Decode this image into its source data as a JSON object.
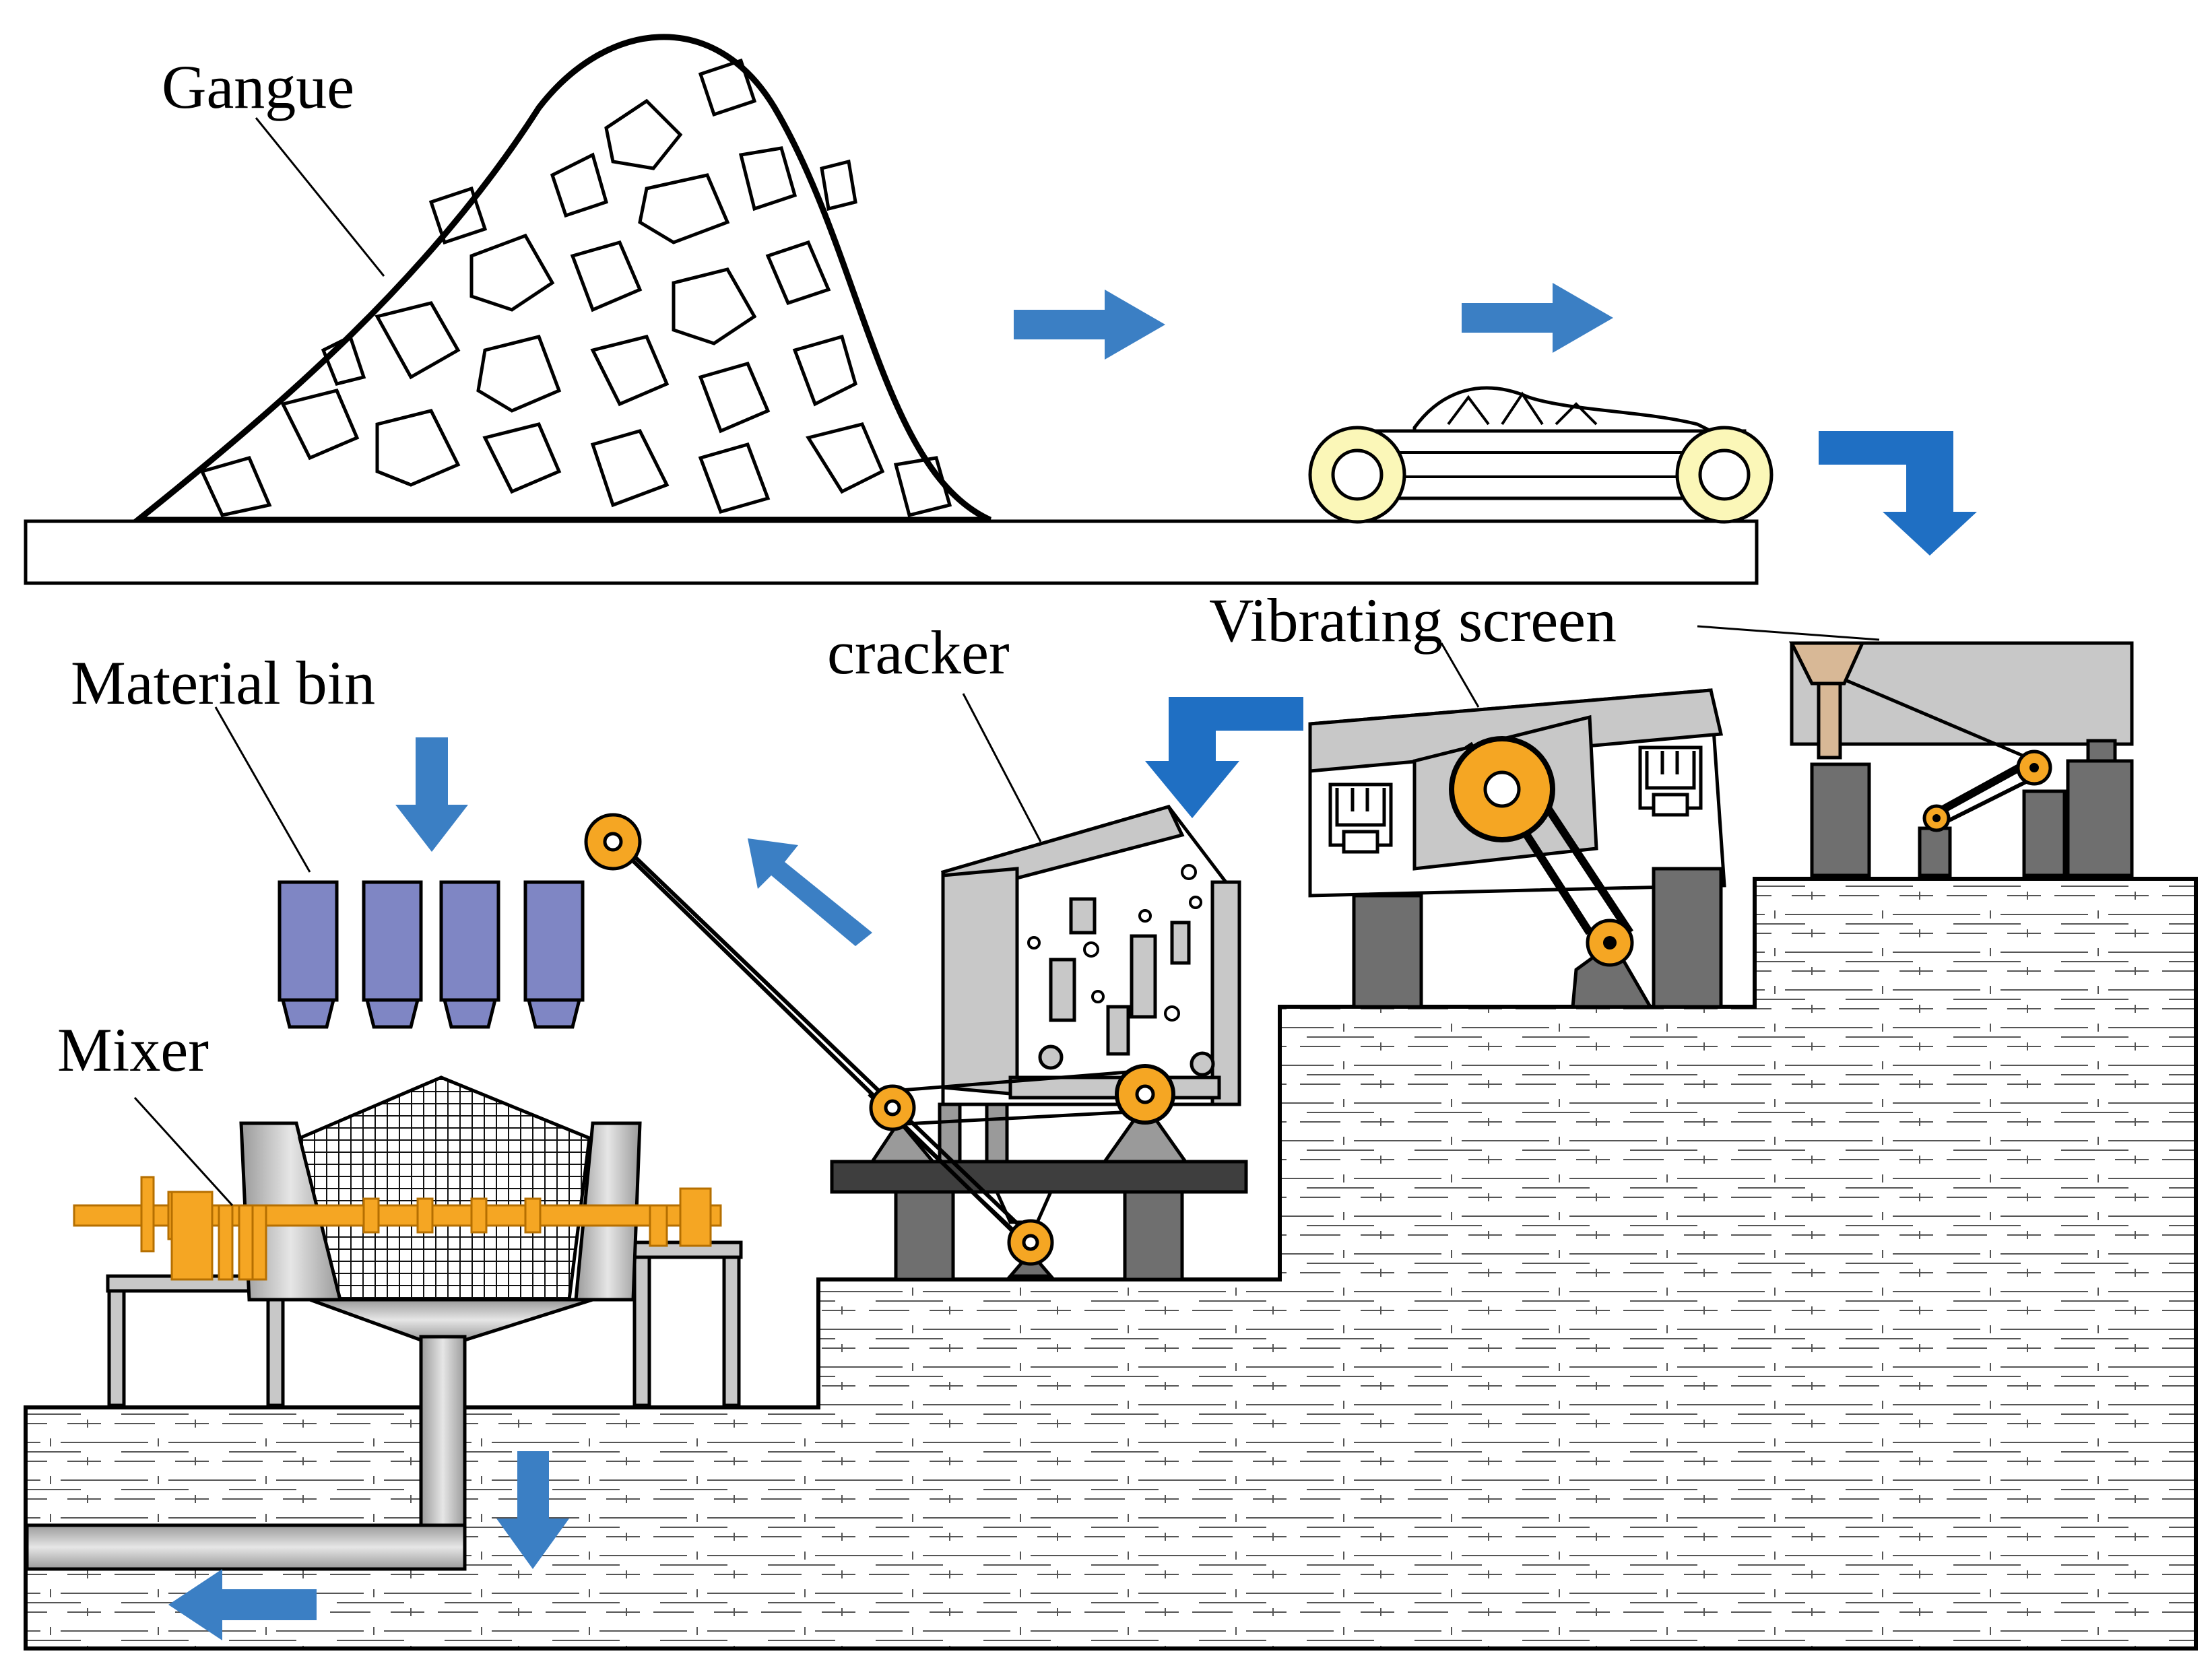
{
  "labels": {
    "gangue": "Gangue",
    "vibrating_screen": "Vibrating screen",
    "cracker": "cracker",
    "material_bin": "Material bin",
    "mixer": "Mixer"
  },
  "colors": {
    "flow_arrow": "#3b7fc4",
    "pulley": "#f5a623",
    "machine_grey": "#c8c8c8",
    "dark_grey": "#6f6f6f",
    "bin_purple": "#7f86c4",
    "conveyor_roller": "#fbf7b8",
    "hopper_tan": "#d8b896"
  },
  "icons": {
    "flow": "blue-flow-arrow",
    "pulley": "orange-pulley-icon",
    "ground": "brick-ground-pattern"
  }
}
